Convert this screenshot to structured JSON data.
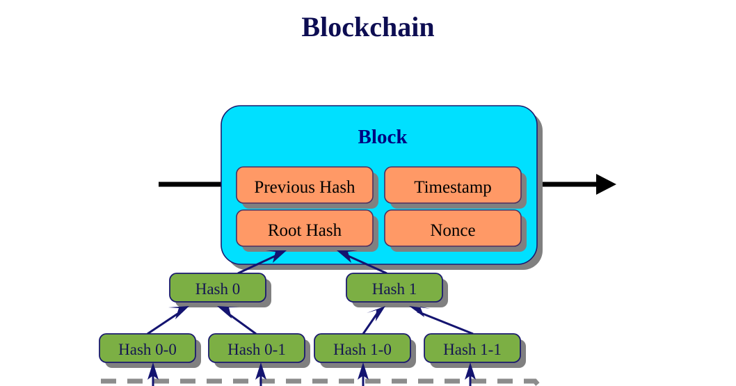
{
  "page": {
    "title": "Blockchain",
    "background_color": "#ffffff"
  },
  "colors": {
    "title": "#0d0d52",
    "block_fill": "#00e0ff",
    "block_title": "#000080",
    "field_fill": "#ff9966",
    "field_text": "#000000",
    "hash_fill": "#7caf44",
    "hash_text": "#141452",
    "shadow": "#808080",
    "chain_arrow": "#000000",
    "tree_arrow": "#141470",
    "dashed_line": "#8c8c8c"
  },
  "block": {
    "label": "Block",
    "fields": [
      {
        "id": "previous-hash",
        "label": "Previous Hash"
      },
      {
        "id": "timestamp",
        "label": "Timestamp"
      },
      {
        "id": "root-hash",
        "label": "Root Hash"
      },
      {
        "id": "nonce",
        "label": "Nonce"
      }
    ]
  },
  "merkle_tree": {
    "intermediate": [
      {
        "id": "hash-0",
        "label": "Hash 0"
      },
      {
        "id": "hash-1",
        "label": "Hash 1"
      }
    ],
    "leaves": [
      {
        "id": "hash-0-0",
        "label": "Hash 0-0"
      },
      {
        "id": "hash-0-1",
        "label": "Hash 0-1"
      },
      {
        "id": "hash-1-0",
        "label": "Hash 1-0"
      },
      {
        "id": "hash-1-1",
        "label": "Hash 1-1"
      }
    ]
  },
  "connectors": {
    "incoming_chain_arrow": "chain-arrow-in",
    "outgoing_chain_arrow": "chain-arrow-out",
    "transaction_boundary": "dashed-transaction-line"
  }
}
